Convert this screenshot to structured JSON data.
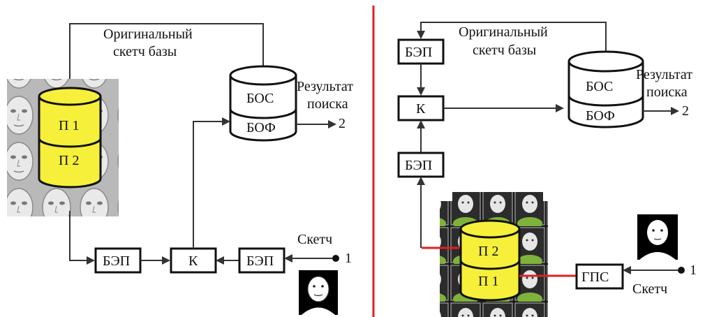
{
  "left": {
    "original_sketch_label": [
      "Оригинальный",
      "скетч базы"
    ],
    "db_main": {
      "top": "П 1",
      "bottom": "П 2"
    },
    "db_result": {
      "top": "БОС",
      "bottom": "БОФ"
    },
    "result_label": [
      "Результат",
      "поиска"
    ],
    "result_number": "2",
    "boxes": {
      "b1": "БЭП",
      "k": "К",
      "b2": "БЭП"
    },
    "sketch_label": "Скетч",
    "sketch_number": "1"
  },
  "right": {
    "original_sketch_label": [
      "Оригинальный",
      "скетч базы"
    ],
    "db_result": {
      "top": "БОС",
      "bottom": "БОФ"
    },
    "result_label": [
      "Результат",
      "поиска"
    ],
    "result_number": "2",
    "boxes": {
      "b_top": "БЭП",
      "k": "К",
      "b_mid": "БЭП",
      "gps": "ГПС"
    },
    "db_main": {
      "top": "П 2",
      "bottom": "П 1"
    },
    "sketch_label": "Скетч",
    "sketch_number": "1"
  },
  "colors": {
    "db_yellow": "#f6f03a",
    "divider": "#e02020",
    "accent_green": "#7fb23a"
  }
}
